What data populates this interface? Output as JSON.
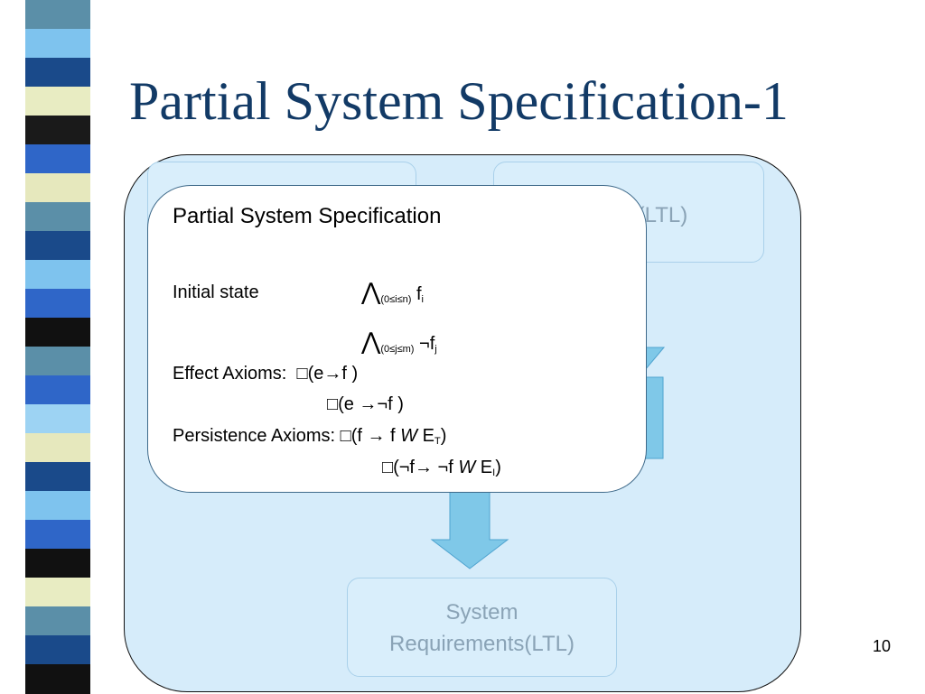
{
  "slide": {
    "title": "Partial System Specification-1",
    "page_number": "10"
  },
  "stripes": [
    {
      "color": "#5b8fa8"
    },
    {
      "color": "#7ec3ee"
    },
    {
      "color": "#1a4a8a"
    },
    {
      "color": "#e8ecc2"
    },
    {
      "color": "#1a1a1a"
    },
    {
      "color": "#2f66c8"
    },
    {
      "color": "#e6e8bd"
    },
    {
      "color": "#5b8fa8"
    },
    {
      "color": "#1a4a8a"
    },
    {
      "color": "#7ec3ee"
    },
    {
      "color": "#2f66c8"
    },
    {
      "color": "#111111"
    },
    {
      "color": "#5b8fa8"
    },
    {
      "color": "#2f66c8"
    },
    {
      "color": "#9dd3f3"
    },
    {
      "color": "#e6e8bd"
    },
    {
      "color": "#1a4a8a"
    },
    {
      "color": "#7ec3ee"
    },
    {
      "color": "#2f66c8"
    },
    {
      "color": "#111111"
    },
    {
      "color": "#e8ecc2"
    },
    {
      "color": "#5b8fa8"
    },
    {
      "color": "#1a4a8a"
    },
    {
      "color": "#111111"
    }
  ],
  "diagram": {
    "top_right_box_visible_text": "s (LTL)",
    "bottom_box": {
      "line1": "System",
      "line2": "Requirements(LTL)"
    }
  },
  "spec_card": {
    "heading": "Partial System Specification",
    "initial_state_label": "Initial state",
    "and_symbol": "⋀",
    "range_i": "(0≤i≤n)",
    "f_i_base": "f",
    "f_i_sub": "i",
    "range_j": "(0≤j≤m)",
    "neg_f_j_base": "¬f",
    "neg_f_j_sub": "j",
    "effect_label": "Effect Axioms:",
    "effect_1": "□(e→f )",
    "effect_2": "□(e →¬f )",
    "persistence_label": "Persistence Axioms:",
    "persistence_1_pre": "□(f → f ",
    "weak_until": "W",
    "persistence_1_e": " E",
    "persistence_1_sub": "T",
    "persistence_2_pre": "□(¬f→ ¬f ",
    "persistence_2_e": " E",
    "persistence_2_sub": "I",
    "close_paren": ")"
  }
}
